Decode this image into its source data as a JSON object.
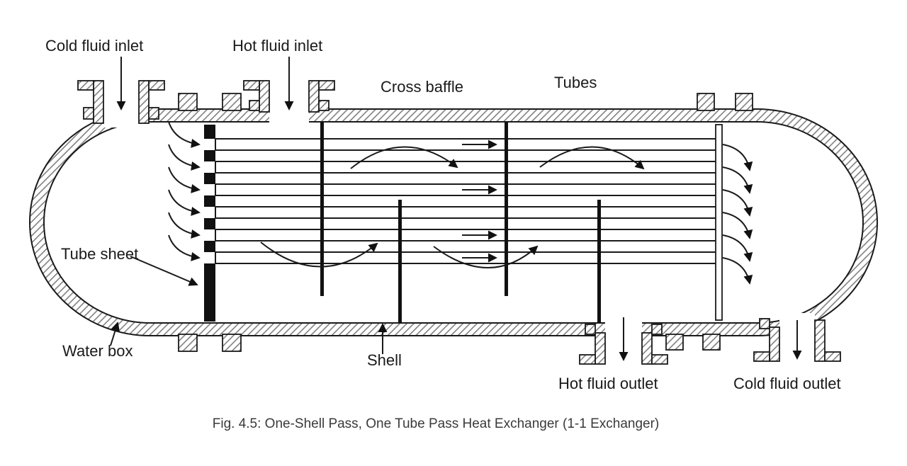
{
  "figure": {
    "diagram_type": "shell-and-tube heat exchanger cross-section",
    "caption": "Fig. 4.5: One-Shell Pass, One Tube Pass Heat Exchanger (1-1 Exchanger)",
    "labels": {
      "cold_inlet": "Cold fluid inlet",
      "hot_inlet": "Hot fluid inlet",
      "cross_baffle": "Cross baffle",
      "tubes": "Tubes",
      "tube_sheet": "Tube sheet",
      "water_box": "Water box",
      "shell": "Shell",
      "hot_outlet": "Hot fluid outlet",
      "cold_outlet": "Cold fluid outlet"
    },
    "colors": {
      "line": "#1a1a1a",
      "hatch": "#777777",
      "text": "#1a1a1a",
      "caption_text": "#3a3a3a",
      "background": "#ffffff"
    }
  }
}
